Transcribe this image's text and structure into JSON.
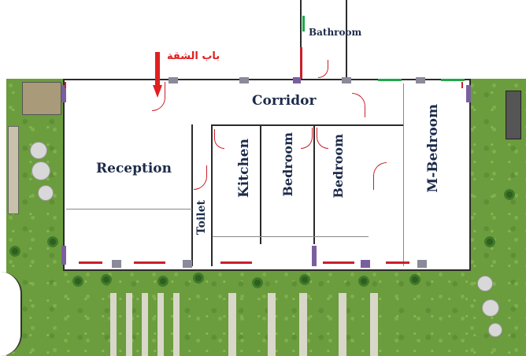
{
  "colors": {
    "wall": "#2b2b2b",
    "grass": "#6b9c3d",
    "arrow": "#e02020",
    "label": "#1d2b4a",
    "door": "#c8202a",
    "dimension": "#00a8b8"
  },
  "labels": {
    "entrance": "باب الشقة",
    "bathroom": "Bathroom",
    "corridor": "Corridor",
    "reception": "Reception",
    "toilet": "Toilet",
    "kitchen": "Kitchen",
    "bedroom_1": "Bedroom",
    "bedroom_2": "Bedroom",
    "master_bedroom": "M-Bedroom"
  },
  "icons": {
    "entrance_arrow": "arrow-down-icon"
  }
}
